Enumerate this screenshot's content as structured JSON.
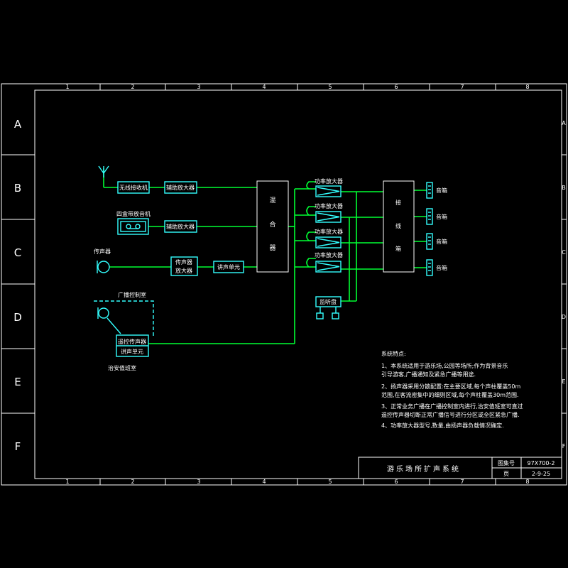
{
  "frame": {
    "col_numbers": [
      "1",
      "2",
      "3",
      "4",
      "5",
      "6",
      "7",
      "8"
    ],
    "row_letters": [
      "A",
      "B",
      "C",
      "D",
      "E",
      "F"
    ]
  },
  "blocks": {
    "radio_receiver": "无线接收机",
    "aux_amp_1": "辅助放大器",
    "cassette_label": "四盒带放音机",
    "aux_amp_2": "辅助放大器",
    "mic_label": "传声器",
    "mic_preamp_line1": "传声器",
    "mic_preamp_line2": "放大器",
    "paging_unit": "讲声单元",
    "mixer_c1": "混",
    "mixer_c2": "合",
    "mixer_c3": "器",
    "power_amps": [
      "功率放大器",
      "功率放大器",
      "功率放大器",
      "功率放大器"
    ],
    "junction_c1": "接",
    "junction_c2": "线",
    "junction_c3": "箱",
    "speakers": [
      "音箱",
      "音箱",
      "音箱",
      "音箱"
    ],
    "monitor_panel": "监听盘",
    "broadcast_room": "广播控制室",
    "remote_mic_line1": "遥控传声器",
    "remote_mic_line2": "讲声单元",
    "security_room": "治安值班室"
  },
  "notes": {
    "title": "系统特点:",
    "lines": [
      "1、本系统适用于游乐场,公园等场所;作为背景音乐",
      "   引导游客,广播通知及紧急广播等用途.",
      "2、扬声器采用分散配置:在主要区域,每个声柱覆盖50m",
      "   范围,在客流密集中的细则区域,每个声柱覆盖30m范围.",
      "3、正常业务广播在广播控制室内进行,治安值班室可直过",
      "   遥控传声器切断正常广播信号进行分区或全区紧急广播.",
      "4、功率放大器型号,数量,由扬声器负载情况确定."
    ]
  },
  "title_block": {
    "drawing_title": "游乐场所扩声系统",
    "atlas_label": "图集号",
    "atlas_no": "97X700-2",
    "page_label": "页",
    "page_no": "2-9-25"
  }
}
